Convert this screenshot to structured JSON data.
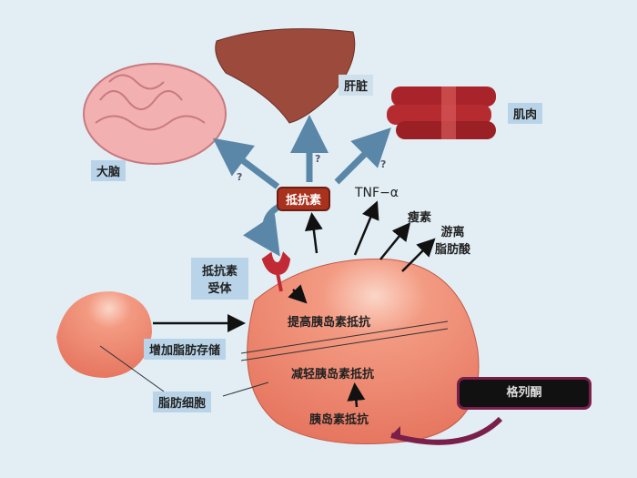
{
  "labels": {
    "brain": "大脑",
    "liver": "肝脏",
    "muscle": "肌肉",
    "resistin": "抵抗素",
    "tnf": "TNF−α",
    "leptin": "瘦素",
    "ffa_line1": "游离",
    "ffa_line2": "脂肪酸",
    "receptor_line1": "抵抗素",
    "receptor_line2": "受体",
    "increase_ir": "提高胰岛素抵抗",
    "increase_fat": "增加脂肪存储",
    "decrease_ir": "减轻胰岛素抵抗",
    "fat_cell": "脂肪细胞",
    "insulin_resistance": "胰岛素抵抗",
    "glimepiride": "格列酮",
    "question": "?"
  },
  "colors": {
    "background": "#e2eef4",
    "cell": "#ee8a74",
    "resistin_badge": "#a8321e",
    "drug_box": "#111111",
    "drug_border": "#7a1f4a"
  }
}
